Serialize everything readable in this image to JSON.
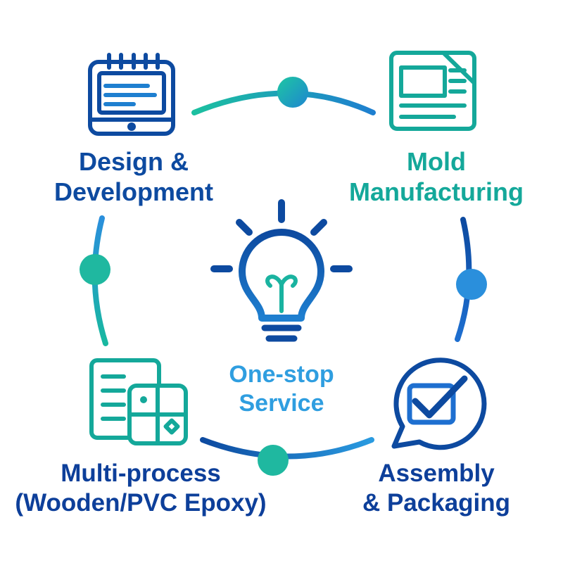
{
  "center": {
    "line1": "One-stop",
    "line2": "Service",
    "icon": "lightbulb-icon"
  },
  "stages": [
    {
      "id": "design",
      "line1": "Design &",
      "line2": "Development",
      "icon": "laptop-calendar-icon",
      "color": "#0d4aa0"
    },
    {
      "id": "mold",
      "line1": "Mold",
      "line2": "Manufacturing",
      "icon": "mold-blueprint-icon",
      "color": "#14a89a"
    },
    {
      "id": "assembly",
      "line1": "Assembly",
      "line2": "& Packaging",
      "icon": "checkbox-speech-bubble-icon",
      "color": "#0d3f9a"
    },
    {
      "id": "multi",
      "line1": "Multi-process",
      "line2": "(Wooden/PVC Epoxy)",
      "icon": "document-chip-icon",
      "color": "#0d3f9a"
    }
  ],
  "colors": {
    "navy": "#0d4aa0",
    "teal": "#14a89a",
    "sky": "#2f9ee0",
    "mint": "#1cc0a0"
  }
}
